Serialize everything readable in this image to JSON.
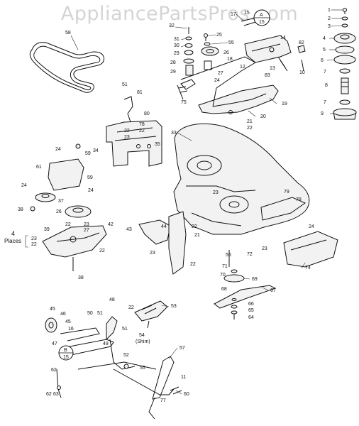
{
  "watermark": "AppliancePartsPros.com",
  "callouts": {
    "a": {
      "letter": "A",
      "number": "15"
    },
    "b": {
      "letter": "B",
      "number": "15"
    }
  },
  "notes": {
    "places_count": "4",
    "places_word": "Places",
    "shim": "(Shim)"
  },
  "labels": [
    {
      "id": "58",
      "text": "58"
    },
    {
      "id": "32",
      "text": "32"
    },
    {
      "id": "31",
      "text": "31"
    },
    {
      "id": "30",
      "text": "30"
    },
    {
      "id": "29a",
      "text": "29"
    },
    {
      "id": "28",
      "text": "28"
    },
    {
      "id": "29b",
      "text": "29"
    },
    {
      "id": "25",
      "text": "25"
    },
    {
      "id": "55a",
      "text": "55"
    },
    {
      "id": "26a",
      "text": "26"
    },
    {
      "id": "27a",
      "text": "27"
    },
    {
      "id": "24a",
      "text": "24"
    },
    {
      "id": "75",
      "text": "75"
    },
    {
      "id": "17",
      "text": "17"
    },
    {
      "id": "15",
      "text": "15"
    },
    {
      "id": "14",
      "text": "14"
    },
    {
      "id": "18",
      "text": "18"
    },
    {
      "id": "12",
      "text": "12"
    },
    {
      "id": "13",
      "text": "13"
    },
    {
      "id": "83",
      "text": "83"
    },
    {
      "id": "82",
      "text": "82"
    },
    {
      "id": "10",
      "text": "10"
    },
    {
      "id": "19",
      "text": "19"
    },
    {
      "id": "20",
      "text": "20"
    },
    {
      "id": "21a",
      "text": "21"
    },
    {
      "id": "22a",
      "text": "22"
    },
    {
      "id": "1",
      "text": "1"
    },
    {
      "id": "2",
      "text": "2"
    },
    {
      "id": "3",
      "text": "3"
    },
    {
      "id": "4",
      "text": "4"
    },
    {
      "id": "5",
      "text": "5"
    },
    {
      "id": "6",
      "text": "6"
    },
    {
      "id": "7a",
      "text": "7"
    },
    {
      "id": "8",
      "text": "8"
    },
    {
      "id": "7b",
      "text": "7"
    },
    {
      "id": "9",
      "text": "9"
    },
    {
      "id": "51a",
      "text": "51"
    },
    {
      "id": "81",
      "text": "81"
    },
    {
      "id": "80",
      "text": "80"
    },
    {
      "id": "22b",
      "text": "22"
    },
    {
      "id": "23a",
      "text": "23"
    },
    {
      "id": "78",
      "text": "78"
    },
    {
      "id": "22c",
      "text": "22"
    },
    {
      "id": "33",
      "text": "33"
    },
    {
      "id": "35",
      "text": "35"
    },
    {
      "id": "34",
      "text": "34"
    },
    {
      "id": "24b",
      "text": "24"
    },
    {
      "id": "59a",
      "text": "59"
    },
    {
      "id": "61",
      "text": "61"
    },
    {
      "id": "59b",
      "text": "59"
    },
    {
      "id": "24c",
      "text": "24"
    },
    {
      "id": "24d",
      "text": "24"
    },
    {
      "id": "37",
      "text": "37"
    },
    {
      "id": "38a",
      "text": "38"
    },
    {
      "id": "26b",
      "text": "26"
    },
    {
      "id": "22d",
      "text": "22"
    },
    {
      "id": "23b",
      "text": "23"
    },
    {
      "id": "27b",
      "text": "27"
    },
    {
      "id": "42",
      "text": "42"
    },
    {
      "id": "39",
      "text": "39"
    },
    {
      "id": "23c",
      "text": "23"
    },
    {
      "id": "22e",
      "text": "22"
    },
    {
      "id": "22f",
      "text": "22"
    },
    {
      "id": "38b",
      "text": "38"
    },
    {
      "id": "23d",
      "text": "23"
    },
    {
      "id": "79",
      "text": "79"
    },
    {
      "id": "78b",
      "text": "78"
    },
    {
      "id": "43",
      "text": "43"
    },
    {
      "id": "44",
      "text": "44"
    },
    {
      "id": "22g",
      "text": "22"
    },
    {
      "id": "21b",
      "text": "21"
    },
    {
      "id": "23e",
      "text": "23"
    },
    {
      "id": "24e",
      "text": "24"
    },
    {
      "id": "56",
      "text": "56"
    },
    {
      "id": "72",
      "text": "72"
    },
    {
      "id": "23f",
      "text": "23"
    },
    {
      "id": "22h",
      "text": "22"
    },
    {
      "id": "71",
      "text": "71"
    },
    {
      "id": "70",
      "text": "70"
    },
    {
      "id": "69",
      "text": "69"
    },
    {
      "id": "74",
      "text": "74"
    },
    {
      "id": "68",
      "text": "68"
    },
    {
      "id": "67",
      "text": "67"
    },
    {
      "id": "66",
      "text": "66"
    },
    {
      "id": "65",
      "text": "65"
    },
    {
      "id": "64",
      "text": "64"
    },
    {
      "id": "48",
      "text": "48"
    },
    {
      "id": "22i",
      "text": "22"
    },
    {
      "id": "53",
      "text": "53"
    },
    {
      "id": "45a",
      "text": "45"
    },
    {
      "id": "46",
      "text": "46"
    },
    {
      "id": "50",
      "text": "50"
    },
    {
      "id": "51b",
      "text": "51"
    },
    {
      "id": "45b",
      "text": "45"
    },
    {
      "id": "16",
      "text": "16"
    },
    {
      "id": "54",
      "text": "54"
    },
    {
      "id": "47",
      "text": "47"
    },
    {
      "id": "49",
      "text": "49"
    },
    {
      "id": "51c",
      "text": "51"
    },
    {
      "id": "52",
      "text": "52"
    },
    {
      "id": "57",
      "text": "57"
    },
    {
      "id": "55b",
      "text": "55"
    },
    {
      "id": "62a",
      "text": "62"
    },
    {
      "id": "11",
      "text": "11"
    },
    {
      "id": "63",
      "text": "63"
    },
    {
      "id": "60",
      "text": "60"
    },
    {
      "id": "62b",
      "text": "62"
    },
    {
      "id": "77",
      "text": "77"
    }
  ]
}
